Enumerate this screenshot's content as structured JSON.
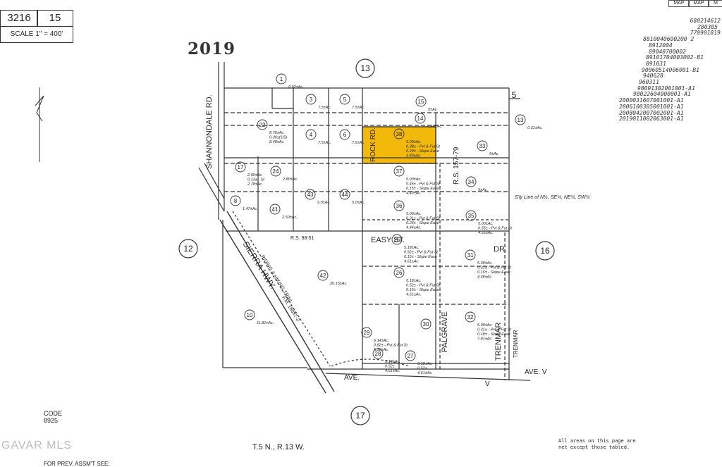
{
  "header": {
    "book": "3216",
    "page": "15",
    "scale": "SCALE 1\" = 400'",
    "year": "2019",
    "map_tabs": [
      "MAP",
      "MAP",
      "M"
    ],
    "top_codes": [
      "680214612",
      "280305",
      "770901819",
      "8810040600200 2",
      "8912004",
      "89040700002",
      "89101704003002-B1",
      "891031",
      "90060514006001-B1",
      "940628",
      "960311",
      "98091302001001-A1",
      "98022604000001-A1",
      "2000031607001001-A1",
      "2006100305001001-A1",
      "2008042007002001-A1",
      "2019011002063001-A1"
    ]
  },
  "sections": [
    "13",
    "12",
    "16",
    "17",
    "5"
  ],
  "parcels": [
    {
      "num": "1",
      "area": "0.92±Ac."
    },
    {
      "num": "3",
      "area": "7.5±Ac."
    },
    {
      "num": "5",
      "area": "7.5±Ac."
    },
    {
      "num": "15",
      "area": "5±Ac."
    },
    {
      "num": "14",
      "area": "4.69±Ac."
    },
    {
      "num": "13",
      "area": "0.31±Ac."
    },
    {
      "num": "22",
      "area": "8.78±Ac.\n0.30±(1/5)\n8.48±Ac."
    },
    {
      "num": "4",
      "area": "7.5±Ac."
    },
    {
      "num": "6",
      "area": "7.5±Ac."
    },
    {
      "num": "38",
      "area": "5.00±Ac.\n0.38± - Pvt & Fut St\n0.23± - Slope Ease\n4.40±Ac."
    },
    {
      "num": "33",
      "area": "5±Ac."
    },
    {
      "num": "17",
      "area": "2.90±Ac.\n0.13± - St\n2.78±Ac."
    },
    {
      "num": "24",
      "area": "2.80±Ac."
    },
    {
      "num": "37",
      "area": "5.00±Ac.\n0.45± - Pvt & Fut St\n0.15± - Slope Ease\n4.40±Ac."
    },
    {
      "num": "34",
      "area": "5±Ac."
    },
    {
      "num": "8",
      "area": "1.47±Ac."
    },
    {
      "num": "41",
      "area": "2.50±Ac."
    },
    {
      "num": "43",
      "area": "5.0±Ac."
    },
    {
      "num": "44",
      "area": "5.0±Ac."
    },
    {
      "num": "36",
      "area": "5.00±Ac.\n0.31± - Pvt & Fut St\n0.25± - Slope Ease\n4.44±Ac."
    },
    {
      "num": "35",
      "area": "5.00±Ac.\n0.55± - Pvt & Fut St\n4.55±Ac."
    },
    {
      "num": "25",
      "area": "5.18±Ac.\n0.52± - Pvt & Fut St\n0.15± - Slope Ease\n4.61±Ac."
    },
    {
      "num": "31",
      "area": "5.00±Ac.\n0.31± - Pvt & Fut St\n0.15± - Slope Ease\n4.48±Ac."
    },
    {
      "num": "26",
      "area": "5.18±Ac.\n0.52± - Pvt & Fut St\n0.15± - Slope Ease\n4.61±Ac."
    },
    {
      "num": "42",
      "area": "20.15±Ac."
    },
    {
      "num": "10",
      "area": "11.81±Ac."
    },
    {
      "num": "29",
      "area": "6.14±Ac.\n0.82± - Pvt & Fut St\n5.32±Ac."
    },
    {
      "num": "28",
      "area": "5.18±Ac.\n0.52±\n4.61±Ac."
    },
    {
      "num": "27",
      "area": "5.18±Ac.\n0.52±\n4.61±Ac."
    },
    {
      "num": "30",
      "area": ""
    },
    {
      "num": "32",
      "area": "5.00±Ac.\n0.31± - Pvt & Fut St\n0.18± - Slope Ease\n7.81±Ac."
    }
  ],
  "roads": {
    "shannondale": "SHANNONDALE RD.",
    "rock_rd": "ROCK RD.",
    "easy_st": "EASY ST.",
    "dr": "DR.",
    "rs157": "R.S. 157-79",
    "rs98": "R.S. 98-51",
    "sierra": "SIERRA HWY.",
    "fm": "F.M. 18887-2",
    "trail": "RIDING & HIKING TRAIL",
    "palgrave": "PALGRAVE",
    "trenmar": "TRENMAR",
    "trenmar_dr": "DR.",
    "ave_v": "AVE. V",
    "ave": "AVE.",
    "v": "V",
    "trenmar_lbl": "TRENMAR",
    "sly_line": "S'ly Line of N½, SE¼, NE¼, SW¼"
  },
  "footer": {
    "code_label": "CODE",
    "code": "8925",
    "township": "T.5 N., R.13 W.",
    "note": "All areas on this page are\nnet except those tabled.",
    "watermark": "GAVAR MLS",
    "prev": "FOR PREV. ASSM'T SEE:"
  },
  "highlight_color": "#f2b90a",
  "ink_color": "#222222"
}
